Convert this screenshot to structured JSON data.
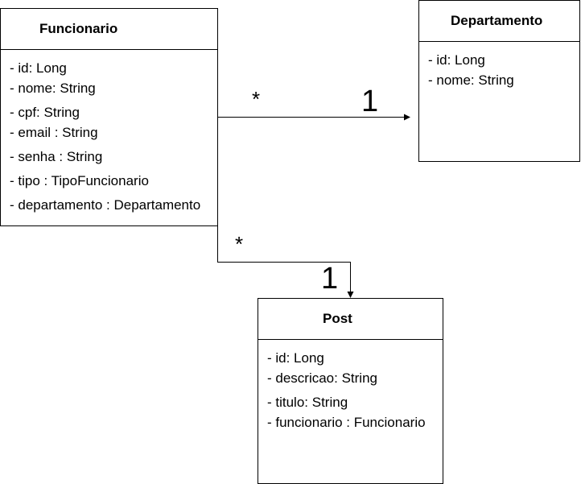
{
  "classes": {
    "funcionario": {
      "name": "Funcionario",
      "attributes": [
        "- id: Long",
        "- nome: String",
        "- cpf: String",
        "- email : String",
        "- senha : String",
        "- tipo : TipoFuncionario",
        "- departamento : Departamento"
      ]
    },
    "departamento": {
      "name": "Departamento",
      "attributes": [
        "- id: Long",
        "- nome: String"
      ]
    },
    "post": {
      "name": "Post",
      "attributes": [
        "- id: Long",
        "- descricao: String",
        "- titulo: String",
        "- funcionario : Funcionario"
      ]
    }
  },
  "associations": {
    "funcionario_departamento": {
      "source_multiplicity": "*",
      "target_multiplicity": "1"
    },
    "funcionario_post": {
      "source_multiplicity": "*",
      "target_multiplicity": "1"
    }
  }
}
